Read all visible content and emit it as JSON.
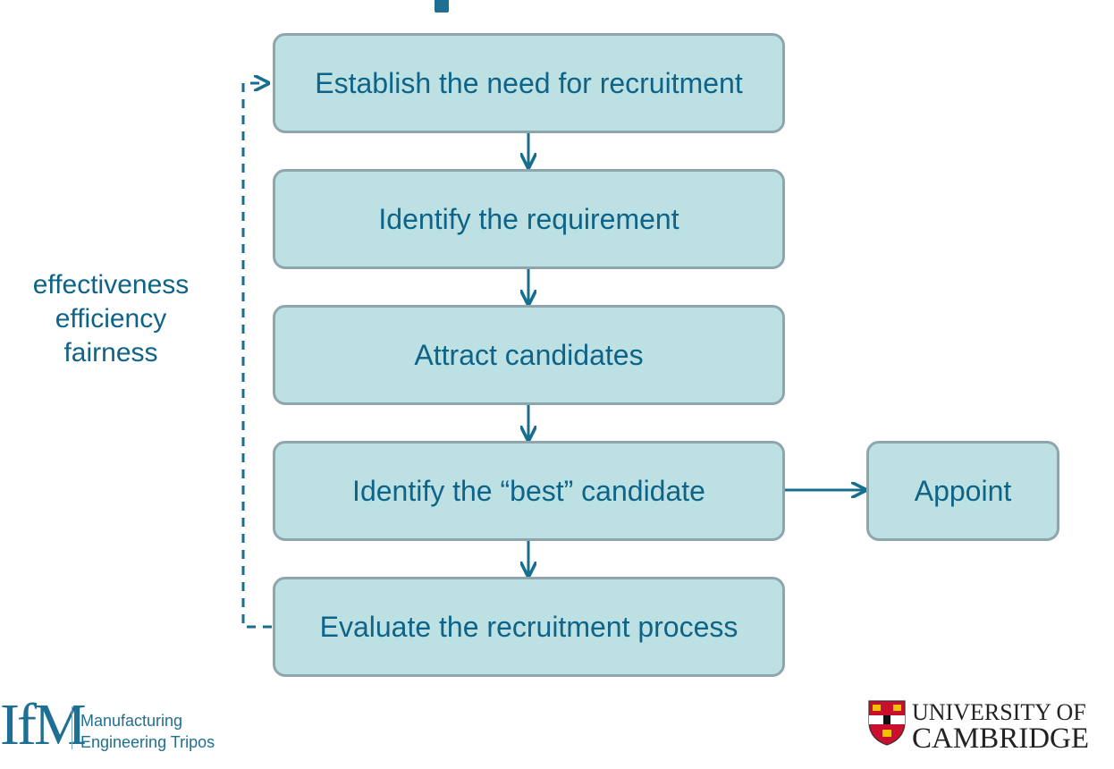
{
  "diagram": {
    "steps": [
      "Establish the need for recruitment",
      "Identify the requirement",
      "Attract candidates",
      "Identify the “best” candidate",
      "Evaluate the recruitment process"
    ],
    "side_output": "Appoint",
    "criteria": [
      "effectiveness",
      "efficiency",
      "fairness"
    ]
  },
  "logos": {
    "ifm": {
      "mark": "IfM",
      "line1": "Manufacturing",
      "line2": "Engineering Tripos"
    },
    "cambridge": {
      "line1": "UNIVERSITY OF",
      "line2": "CAMBRIDGE"
    }
  },
  "colors": {
    "box_fill": "#bde1e3",
    "box_border": "#8ea5ab",
    "text": "#0e6488",
    "arrow": "#186e8e"
  }
}
